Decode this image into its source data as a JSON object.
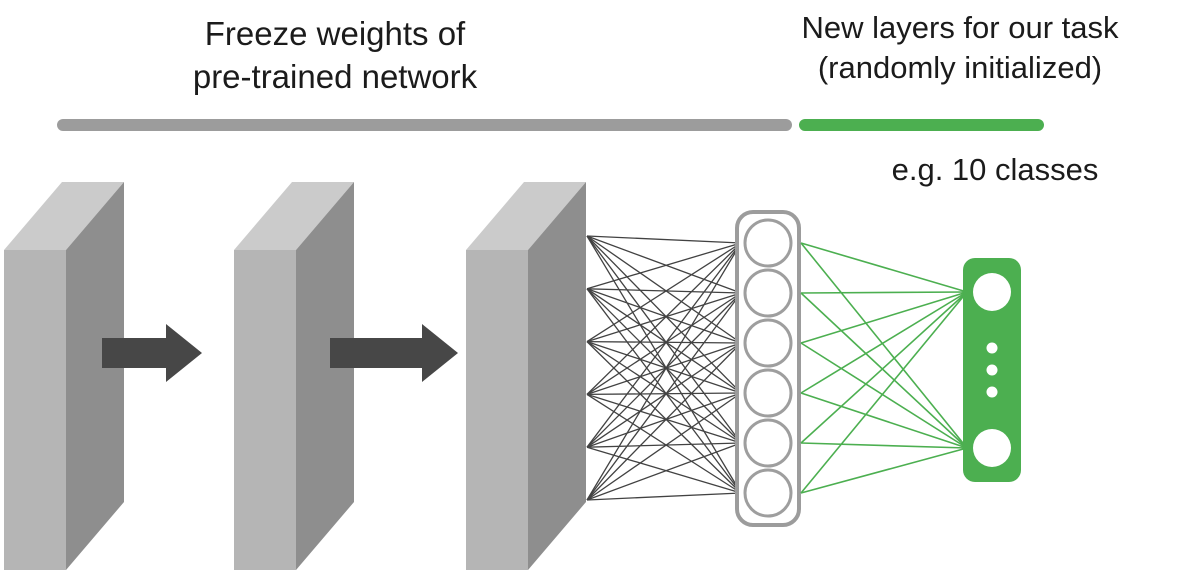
{
  "labels": {
    "freeze_line1": "Freeze weights of",
    "freeze_line2": "pre-trained network",
    "new_line1": "New layers for our task",
    "new_line2": "(randomly initialized)",
    "classes_note": "e.g. 10 classes"
  },
  "colors": {
    "text": "#1b1b1b",
    "frozen_bar": "#9c9c9c",
    "new_bar": "#4caf50",
    "slab_front": "#b5b5b5",
    "slab_side": "#8e8e8e",
    "slab_top": "#cbcbcb",
    "arrow": "#474747",
    "connection_line": "#424242",
    "fc_box_border": "#9c9c9c",
    "node_fill": "#ffffff",
    "node_border": "#9e9e9e",
    "new_layer_fill": "#4caf50",
    "new_connection_line": "#4caf50"
  },
  "network": {
    "conv_layer_count": 3,
    "fc_node_count": 6,
    "output_node_count": 2,
    "ellipsis_dot_count": 3
  }
}
